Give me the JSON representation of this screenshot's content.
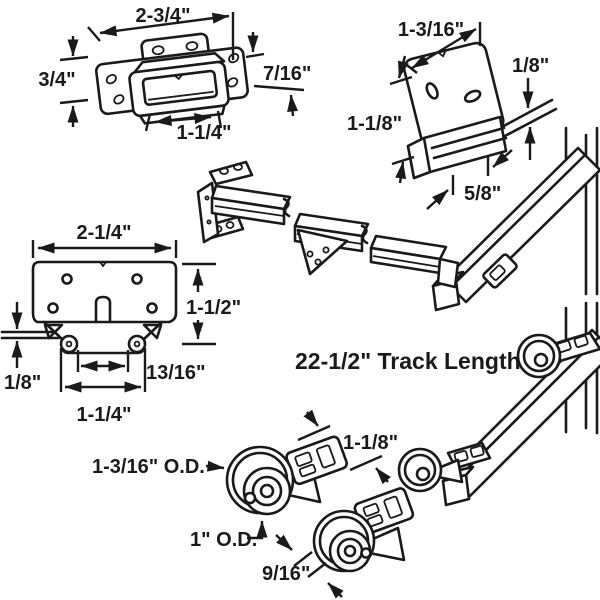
{
  "diagram": {
    "background": "#ffffff",
    "line_color": "#1a1a1a",
    "description": "Exploded line-art diagram of a drawer track hardware kit with dimension callouts",
    "labels": {
      "back_plate": {
        "width": "2-3/4\"",
        "height": "3/4\"",
        "socket_height": "7/16\"",
        "socket_width": "1-1/4\""
      },
      "guide": {
        "width": "1-3/16\"",
        "rail_thickness": "1/8\"",
        "height": "1-1/8\"",
        "channel_width": "5/8\""
      },
      "bracket": {
        "width": "2-1/4\"",
        "height": "1-1/2\"",
        "lip": "1/8\"",
        "hole_spacing": "13/16\"",
        "base_width": "1-1/4\""
      },
      "track": {
        "length": "22-1/2\" Track Length"
      },
      "rollers": {
        "large_od": "1-3/16\" O.D.",
        "bracket_width": "1-1/8\"",
        "small_od": "1\" O.D.",
        "wheel_width": "9/16\""
      }
    }
  }
}
